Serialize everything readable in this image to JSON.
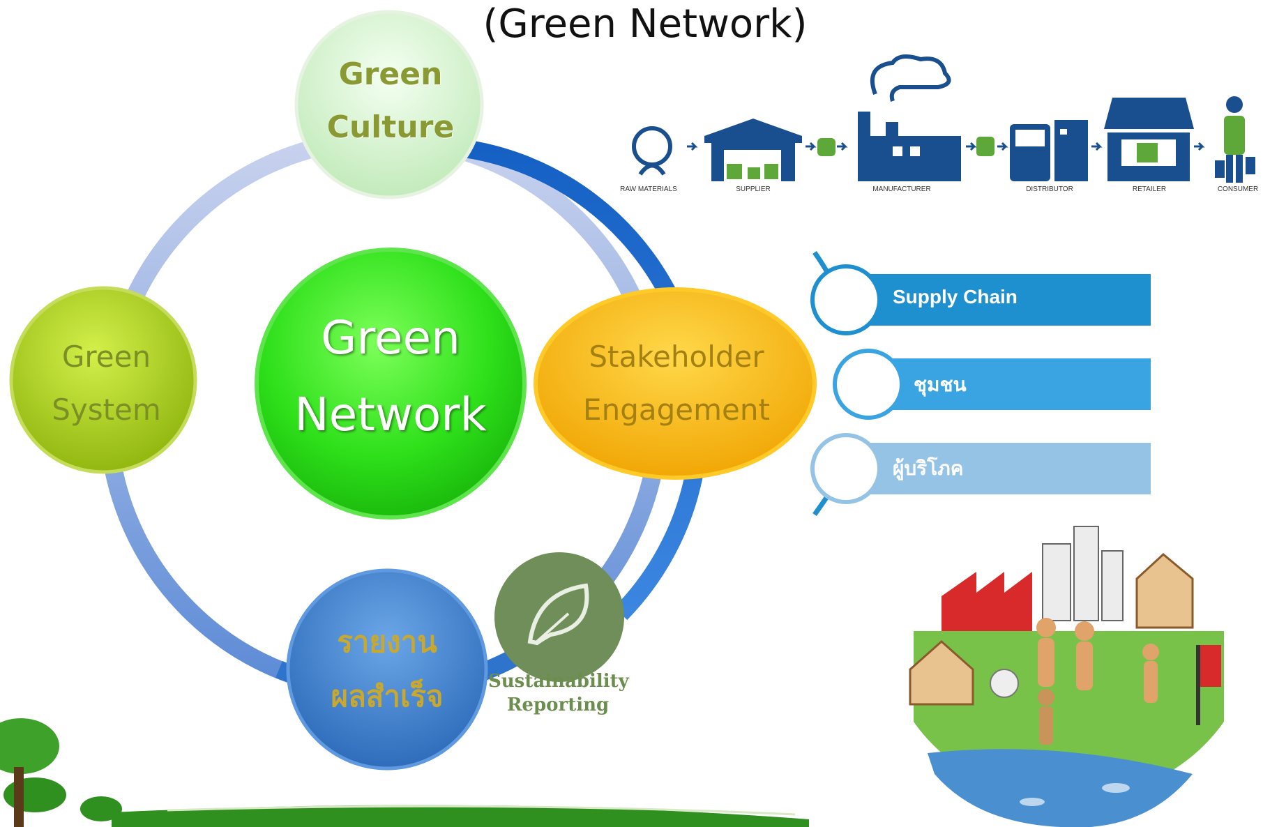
{
  "title": "(Green Network)",
  "nodes": {
    "culture": [
      "Green",
      "Culture"
    ],
    "system": [
      "Green",
      "System"
    ],
    "network": [
      "Green",
      "Network"
    ],
    "stakeholder": [
      "Stakeholder",
      "Engagement"
    ],
    "report": [
      "รายงาน",
      "ผลสำเร็จ"
    ]
  },
  "sustainability": [
    "Sustainability",
    "Reporting"
  ],
  "supply_chain": [
    "RAW MATERIALS",
    "SUPPLIER",
    "MANUFACTURER",
    "DISTRIBUTOR",
    "RETAILER",
    "CONSUMER"
  ],
  "stakeholder_list": [
    "Supply Chain",
    "ชุมชน",
    "ผู้บริโภค"
  ],
  "colors": {
    "ring_blue": "#1f6fd1",
    "ring_light": "#b8c6e6",
    "network_green": "#22dd11",
    "culture_green": "#d9f5d4",
    "system_green": "#a9cc12",
    "stake_orange": "#f4b200",
    "report_blue": "#3a80cc",
    "bar1": "#1e8fcf",
    "bar2": "#3aa4e2",
    "bar3": "#95c3e6",
    "icon_navy": "#1a4f8f"
  }
}
